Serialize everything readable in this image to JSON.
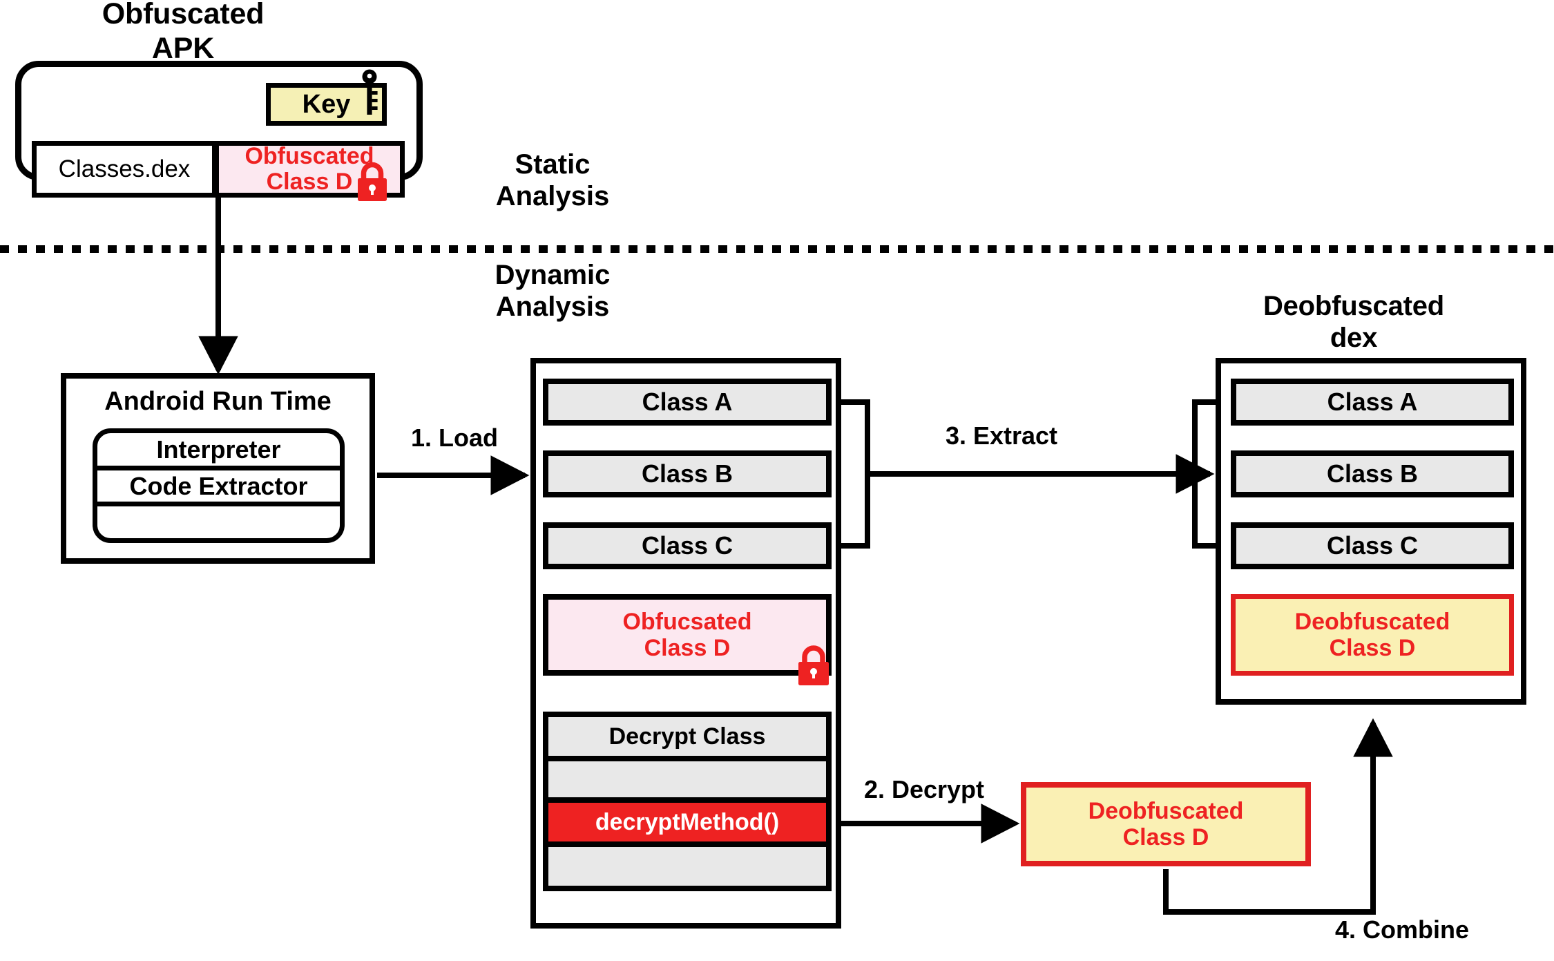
{
  "diagram": {
    "title": "APK deobfuscation workflow (static / dynamic analysis)",
    "phases": {
      "static": "Static\nAnalysis",
      "static_line1": "Static",
      "static_line2": "Analysis",
      "dynamic_line1": "Dynamic",
      "dynamic_line2": "Analysis"
    },
    "apk": {
      "title_line1": "Obfuscated",
      "title_line2": "APK",
      "key_label": "Key",
      "key_icon": "key-icon",
      "classes_dex_label": "Classes.dex",
      "obfuscated_class_line1": "Obfuscated",
      "obfuscated_class_line2": "Class D",
      "lock_icon": "lock-icon"
    },
    "runtime": {
      "title": "Android Run Time",
      "rows": [
        {
          "label": "Interpreter"
        },
        {
          "label": "Code Extractor"
        },
        {
          "label": ""
        }
      ]
    },
    "loaded_memory": {
      "classes": [
        {
          "label": "Class A"
        },
        {
          "label": "Class B"
        },
        {
          "label": "Class C"
        }
      ],
      "obfuscated_class_line1": "Obfucsated",
      "obfuscated_class_line2": "Class D",
      "lock_icon": "lock-icon",
      "decrypt_group": [
        {
          "label": "Decrypt Class"
        },
        {
          "label": ""
        },
        {
          "label": "decryptMethod()"
        },
        {
          "label": ""
        }
      ]
    },
    "deobfuscated_dex": {
      "title_line1": "Deobfuscated",
      "title_line2": "dex",
      "classes": [
        {
          "label": "Class A"
        },
        {
          "label": "Class B"
        },
        {
          "label": "Class C"
        }
      ],
      "deobfuscated_class_line1": "Deobfuscated",
      "deobfuscated_class_line2": "Class D"
    },
    "standalone_deobfuscated_class": {
      "line1": "Deobfuscated",
      "line2": "Class D"
    },
    "steps": [
      {
        "id": "load",
        "label": "1. Load"
      },
      {
        "id": "decrypt",
        "label": "2. Decrypt"
      },
      {
        "id": "extract",
        "label": "3. Extract"
      },
      {
        "id": "combine",
        "label": "4. Combine"
      }
    ],
    "colors": {
      "stroke": "#000000",
      "red": "#ee2222",
      "red_border": "#e02020",
      "pink_fill": "#fce8f0",
      "yellow_fill": "#faf0b4",
      "key_fill": "#f5f0b5",
      "gray_fill": "#e8e8e8",
      "white": "#ffffff"
    }
  }
}
